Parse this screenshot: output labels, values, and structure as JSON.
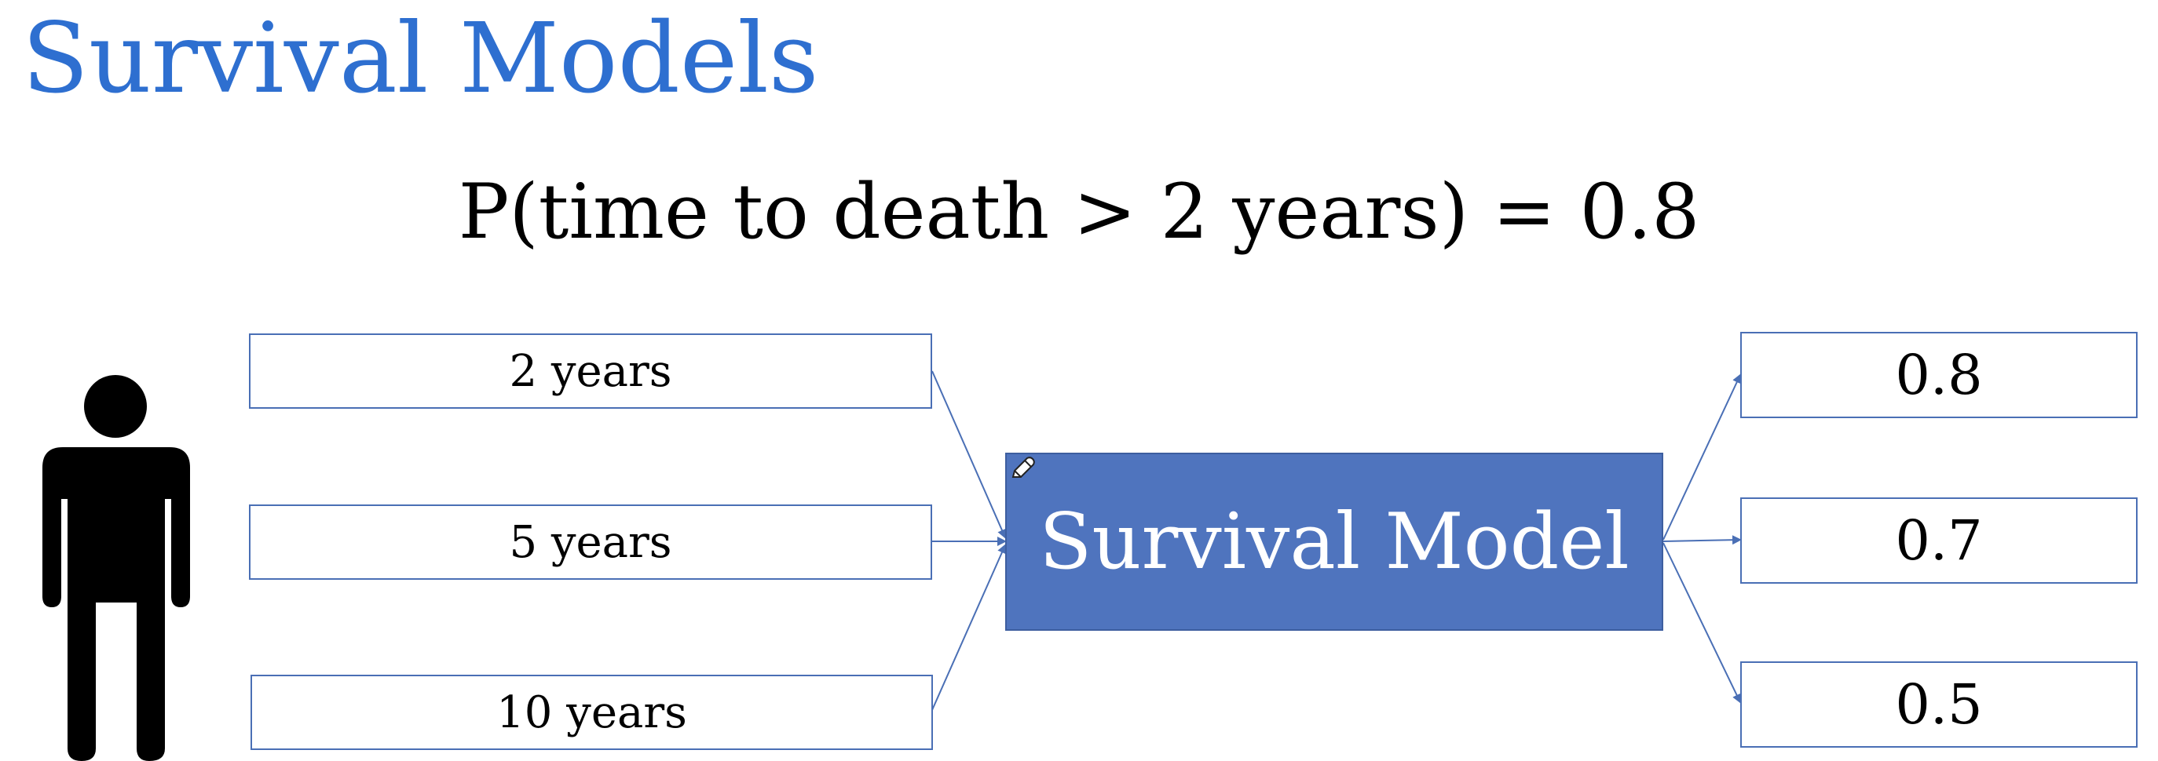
{
  "title": "Survival Models",
  "formula": "P(time to death > 2 years) = 0.8",
  "inputs": [
    {
      "label": "2 years"
    },
    {
      "label": "5 years"
    },
    {
      "label": "10 years"
    }
  ],
  "model": {
    "label": "Survival Model"
  },
  "outputs": [
    {
      "label": "0.8"
    },
    {
      "label": "0.7"
    },
    {
      "label": "0.5"
    }
  ],
  "colors": {
    "title": "#2e6fd0",
    "model_fill": "#4f74be",
    "box_border": "#4a6fb5",
    "arrow": "#4a6fb5",
    "person": "#000000"
  },
  "icons": {
    "person": "person-icon",
    "pencil": "pencil-icon"
  }
}
